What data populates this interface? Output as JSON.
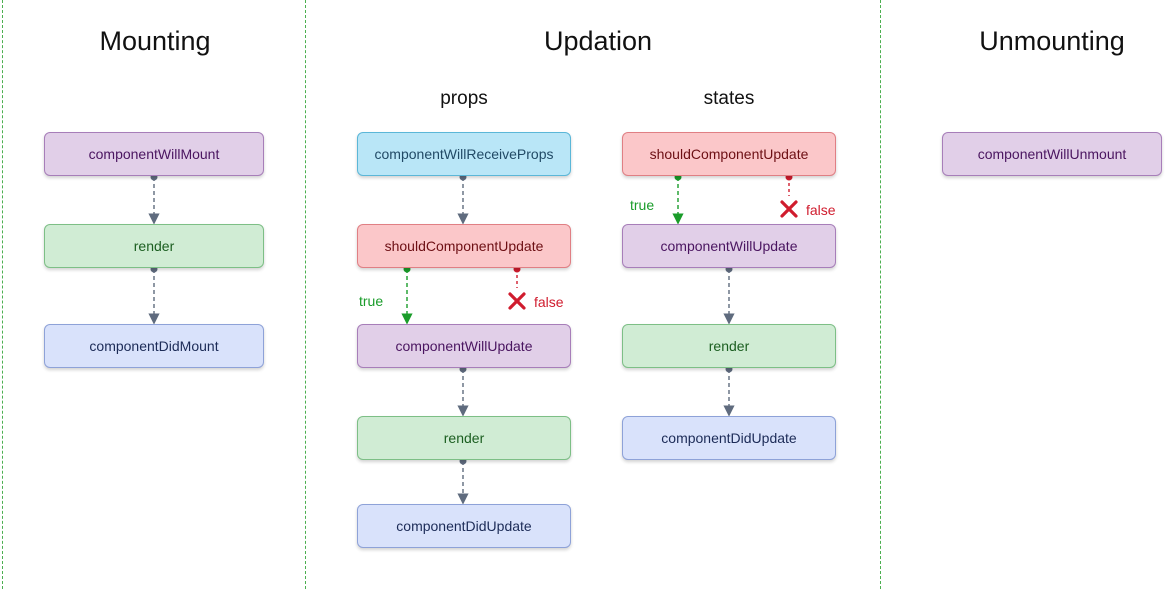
{
  "headings": {
    "mounting": "Mounting",
    "updation": "Updation",
    "unmounting": "Unmounting"
  },
  "subheadings": {
    "props": "props",
    "states": "states"
  },
  "mounting": {
    "will_mount": "componentWillMount",
    "render": "render",
    "did_mount": "componentDidMount"
  },
  "props_flow": {
    "will_receive_props": "componentWillReceiveProps",
    "should_update": "shouldComponentUpdate",
    "will_update": "componentWillUpdate",
    "render": "render",
    "did_update": "componentDidUpdate",
    "true_label": "true",
    "false_label": "false"
  },
  "states_flow": {
    "should_update": "shouldComponentUpdate",
    "will_update": "componentWillUpdate",
    "render": "render",
    "did_update": "componentDidUpdate",
    "true_label": "true",
    "false_label": "false"
  },
  "unmounting": {
    "will_unmount": "componentWillUnmount"
  },
  "colors": {
    "divider": "#4caf50",
    "connector": "#5f6b7e",
    "true_edge": "#1a9c2a",
    "false_edge": "#d01c2e"
  }
}
